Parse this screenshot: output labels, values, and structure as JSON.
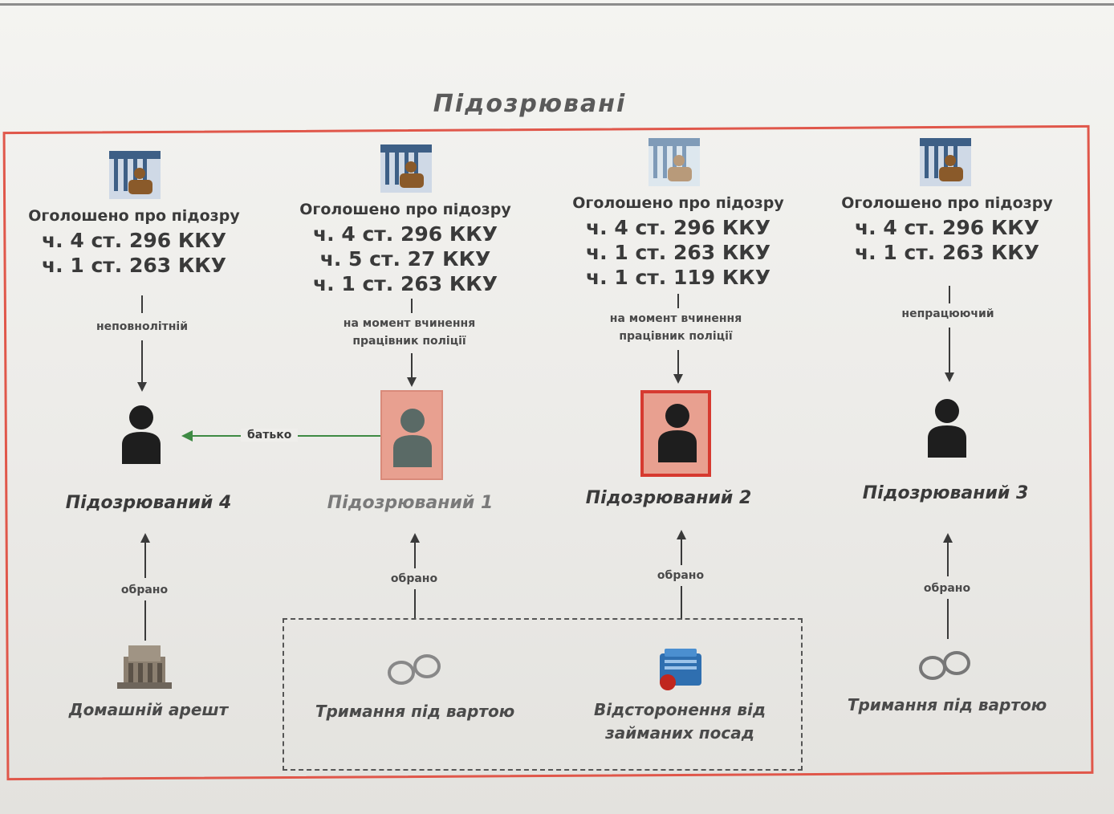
{
  "title": "Підозрювані",
  "suspects": [
    {
      "announce": "Оголошено про підозру",
      "articles": [
        "ч. 4 ст. 296 ККУ",
        "ч. 1 ст. 263 ККУ"
      ],
      "edge_label": "неповнолітній",
      "name": "Підозрювaний 4",
      "measure_label": "обрано",
      "measure": "Домашній арешт"
    },
    {
      "announce": "Оголошено про підозру",
      "articles": [
        "ч. 4 ст. 296 ККУ",
        "ч. 5 ст. 27 ККУ",
        "ч. 1 ст. 263 ККУ"
      ],
      "edge_label_1": "на момент вчинення",
      "edge_label_2": "працівник поліції",
      "name": "Підозрюваний 1",
      "measure_label": "обрано",
      "measure": "Тримання під вартою"
    },
    {
      "announce": "Оголошено про підозру",
      "articles": [
        "ч. 4 ст. 296 ККУ",
        "ч. 1 ст. 263 ККУ",
        "ч. 1 ст. 119 ККУ"
      ],
      "edge_label_1": "на момент вчинення",
      "edge_label_2": "працівник поліції",
      "name": "Підозрюваний 2",
      "measure_label": "обрано",
      "measure_1": "Відсторонення від",
      "measure_2": "займаних посад"
    },
    {
      "announce": "Оголошено про підозру",
      "articles": [
        "ч. 4 ст. 296 ККУ",
        "ч. 1 ст. 263 ККУ"
      ],
      "edge_label": "непрацюючий",
      "name": "Підозрюваний 3",
      "measure_label": "обрано",
      "measure": "Тримання під вартою"
    }
  ],
  "relation_label": "батько",
  "colors": {
    "frame": "#e0574a",
    "relation": "#3e8a43",
    "highlight_fill": "#e8a090",
    "highlight_border": "#d63a30"
  },
  "icons": [
    "prison-bars-icon",
    "person-icon",
    "handcuffs-icon",
    "house-arrest-icon",
    "dismissal-icon"
  ]
}
